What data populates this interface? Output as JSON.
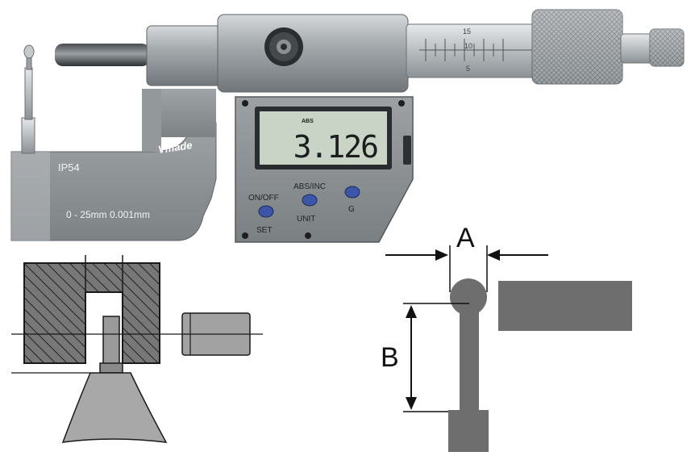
{
  "micrometer": {
    "brand": "Vmade",
    "ip_rating": "IP54",
    "range_text": "0 - 25mm 0.001mm",
    "display_mode": "ABS",
    "display_value": "3.126",
    "buttons": {
      "on_off": "ON/OFF",
      "set": "SET",
      "abs_inc": "ABS/INC",
      "unit": "UNIT",
      "hold": "G"
    },
    "scale_marks": [
      "15",
      "10",
      "5"
    ]
  },
  "diagram": {
    "label_a": "A",
    "label_b": "B"
  },
  "colors": {
    "frame": "#8f9497",
    "frame_dark": "#6b7073",
    "lcd_bg": "#c9d4c6",
    "diagram_fill": "#6e6e6e",
    "button": "#3b56a8"
  }
}
